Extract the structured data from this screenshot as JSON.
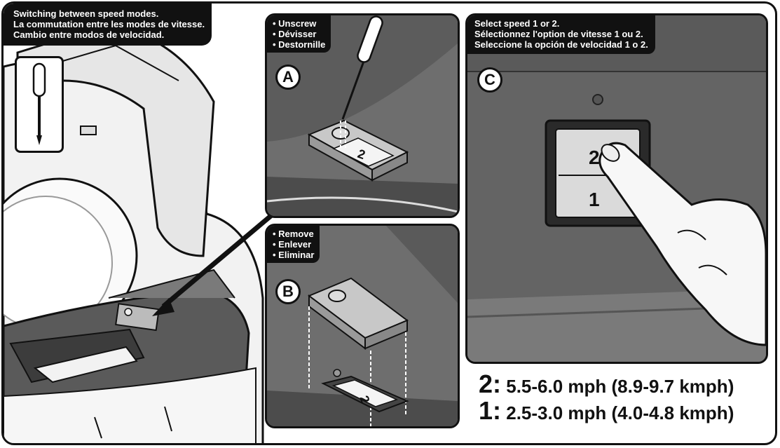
{
  "main_scene": {
    "caption": [
      "Switching between speed modes.",
      "La commutation entre les modes de vitesse.",
      "Cambio entre modos de velocidad."
    ],
    "tool_icon": "screwdriver-icon"
  },
  "step_a": {
    "letter": "A",
    "instructions": [
      "• Unscrew",
      "• Dévisser",
      "• Destornille"
    ],
    "switch_number": "2"
  },
  "step_b": {
    "letter": "B",
    "instructions": [
      "• Remove",
      "• Enlever",
      "• Eliminar"
    ],
    "switch_number": "2"
  },
  "step_c": {
    "letter": "C",
    "instructions": [
      "Select speed 1 or 2.",
      "Sélectionnez l'option de vitesse 1 ou 2.",
      "Seleccione la opción de velocidad 1 o 2."
    ],
    "switch_top": "2",
    "switch_bottom": "1"
  },
  "speeds": [
    {
      "mode": "2:",
      "value": "5.5-6.0 mph (8.9-9.7 kmph)"
    },
    {
      "mode": "1:",
      "value": "2.5-3.0 mph (4.0-4.8 kmph)"
    }
  ],
  "colors": {
    "panel_gray": "#6a6a6a",
    "ink": "#111111"
  }
}
